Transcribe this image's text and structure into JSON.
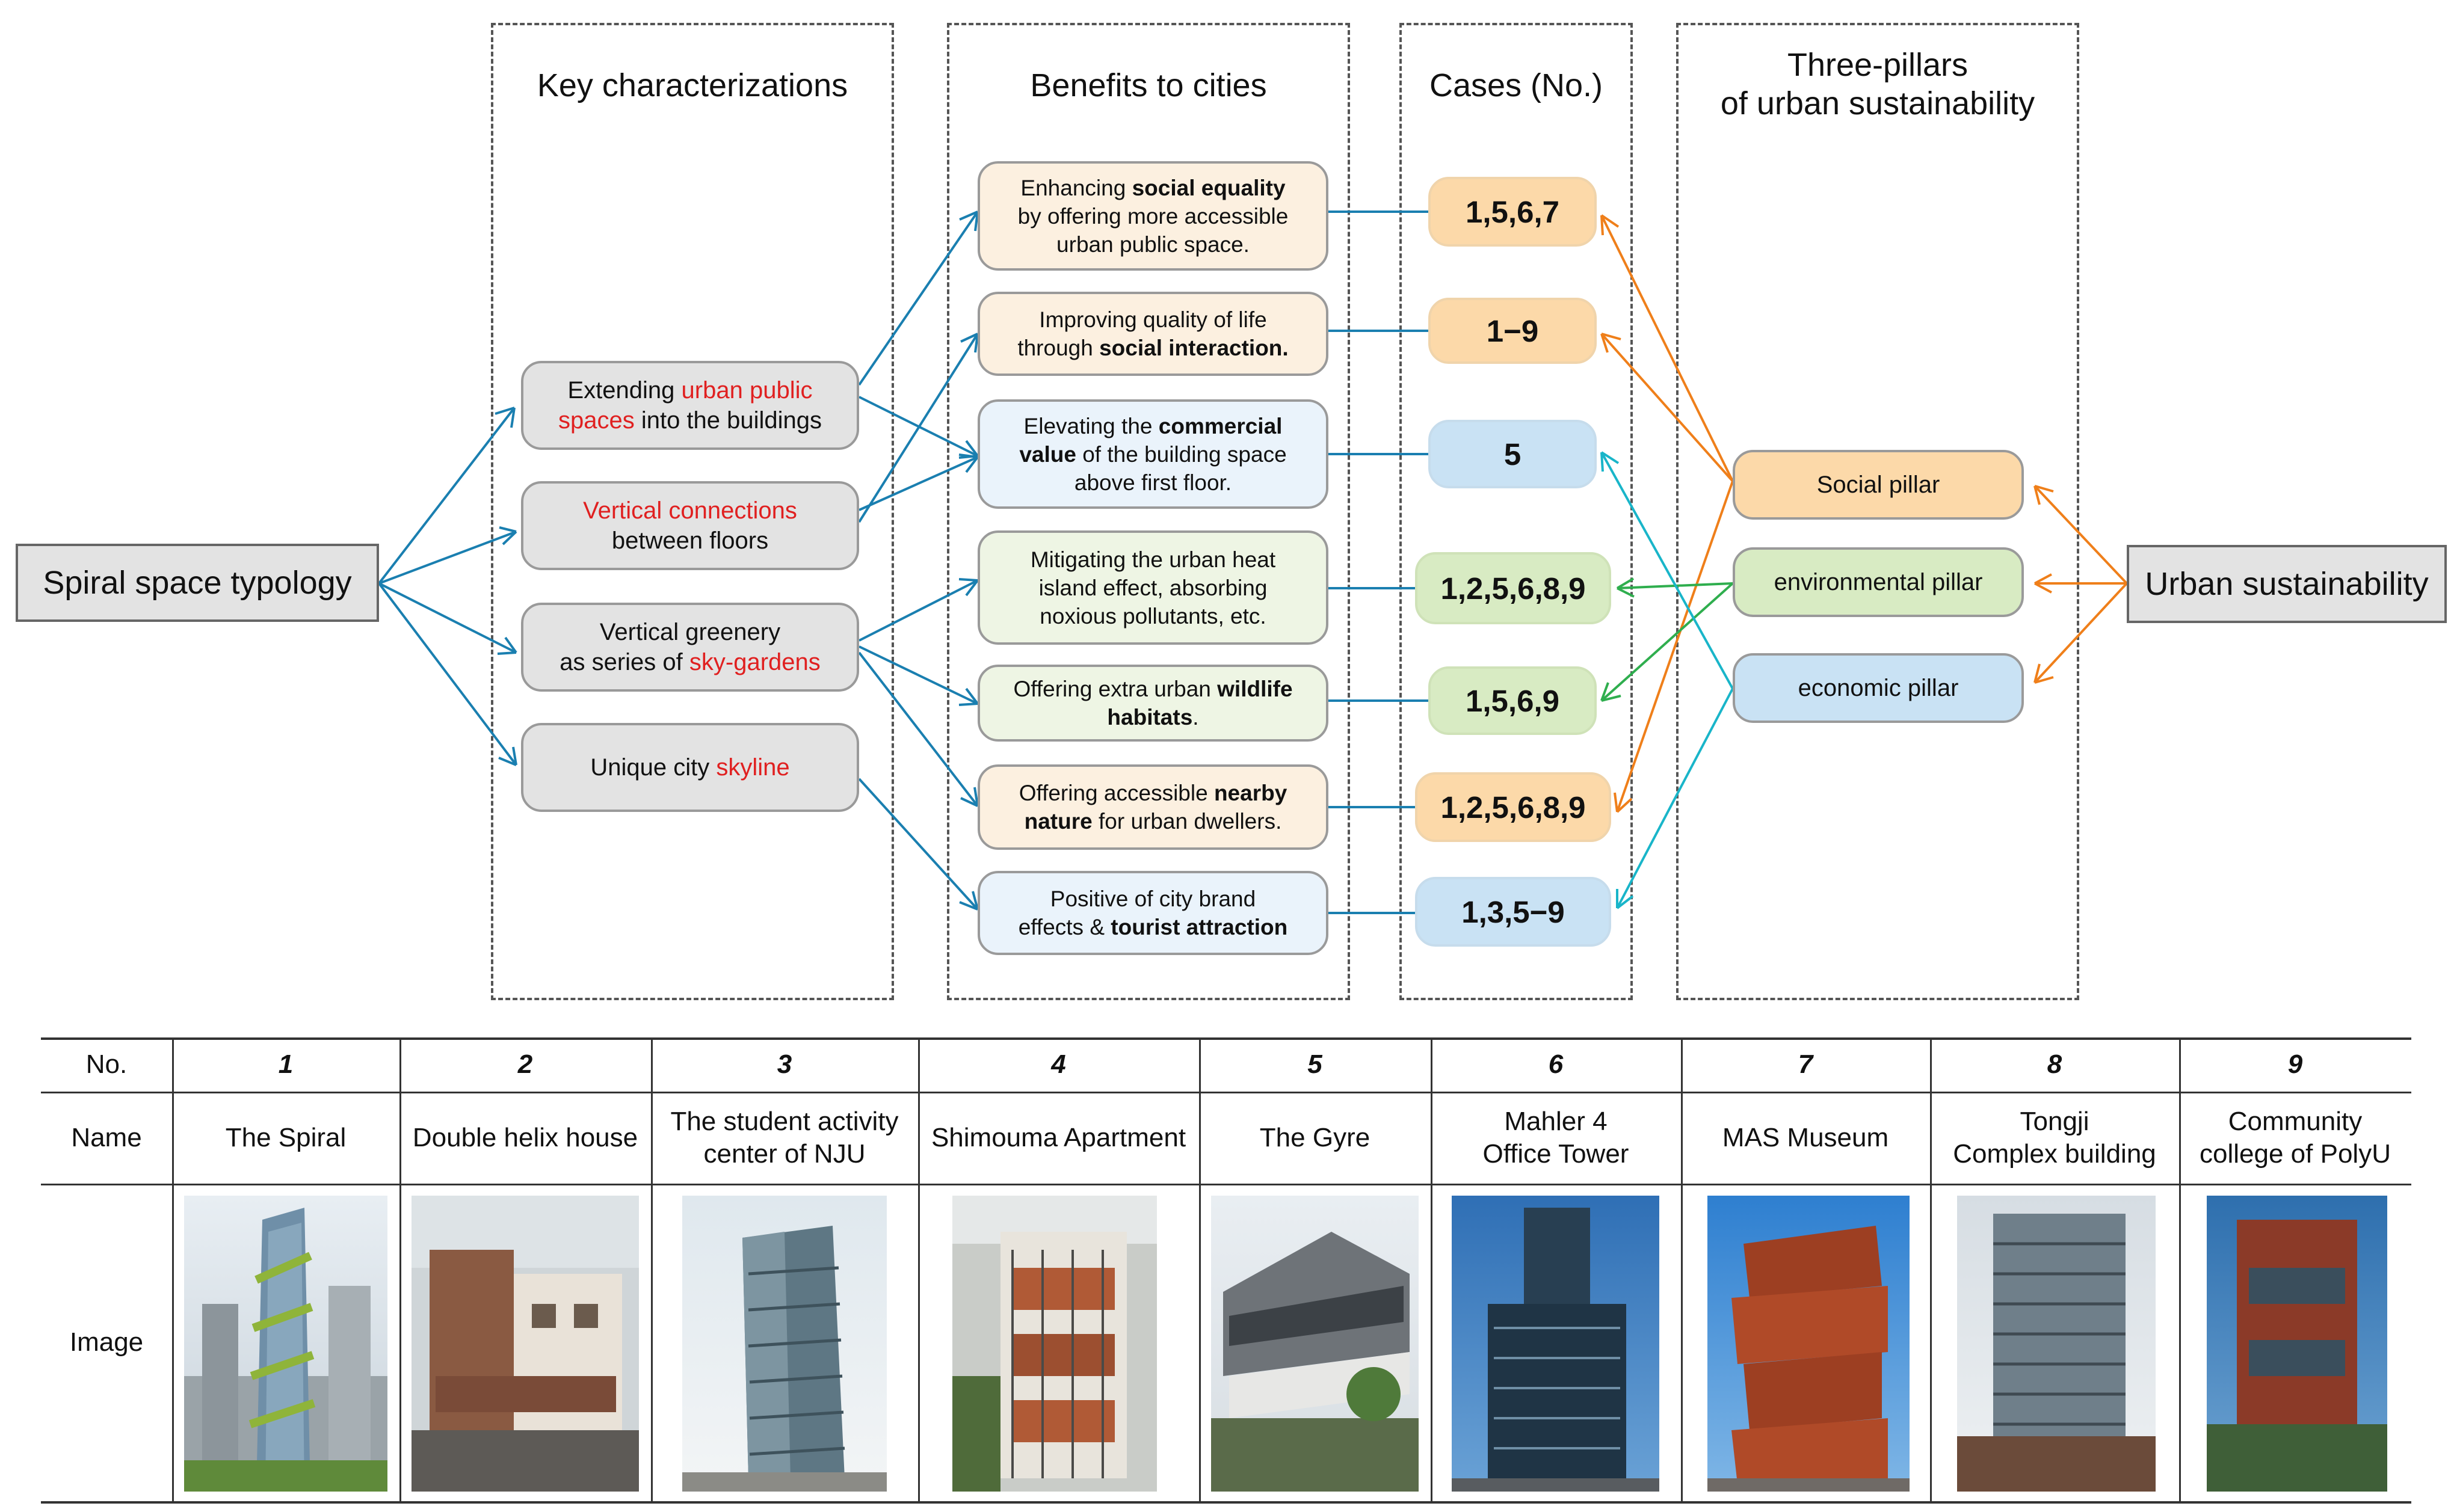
{
  "columns": {
    "key": "Key characterizations",
    "benefits": "Benefits to cities",
    "cases": "Cases (No.)",
    "pillars_line1": "Three-pillars",
    "pillars_line2": "of urban sustainability"
  },
  "left_node": "Spiral space typology",
  "right_node": "Urban sustainability",
  "key_items": [
    {
      "a": "Extending ",
      "b": "urban public",
      "c": "spaces",
      "d": " into the buildings"
    },
    {
      "a": "Vertical connections",
      "b": "between floors"
    },
    {
      "a": "Vertical greenery",
      "b": "as series of ",
      "c": "sky-gardens"
    },
    {
      "a": "Unique city ",
      "b": "skyline"
    }
  ],
  "benefits": [
    {
      "l1a": "Enhancing ",
      "l1b": "social equality",
      "l2": "by offering more accessible",
      "l3": "urban public space."
    },
    {
      "l1": "Improving quality of life",
      "l2a": "through ",
      "l2b": "social interaction."
    },
    {
      "l1a": "Elevating the ",
      "l1b": "commercial",
      "l2a": "value",
      "l2b": " of the building space",
      "l3": "above first floor."
    },
    {
      "l1": "Mitigating the urban heat",
      "l2": "island effect, absorbing",
      "l3": "noxious pollutants, etc."
    },
    {
      "l1a": "Offering extra urban ",
      "l1b": "wildlife",
      "l2": "habitats",
      "l2c": "."
    },
    {
      "l1a": "Offering accessible ",
      "l1b": "nearby",
      "l2a": "nature",
      "l2b": " for urban dwellers."
    },
    {
      "l1": "Positive of city brand",
      "l2a": "effects & ",
      "l2b": "tourist attraction"
    }
  ],
  "cases": [
    "1,5,6,7",
    "1−9",
    "5",
    "1,2,5,6,8,9",
    "1,5,6,9",
    "1,2,5,6,8,9",
    "1,3,5−9"
  ],
  "pillars": [
    "Social pillar",
    "environmental pillar",
    "economic pillar"
  ],
  "colors": {
    "blue_arrow": "#1a7fb0",
    "orange_arrow": "#ef7f1a",
    "green_arrow": "#2fae4e",
    "teal_arrow": "#19b5c9",
    "red_text": "#e02020"
  },
  "table": {
    "row_labels": [
      "No.",
      "Name",
      "Image"
    ],
    "numbers": [
      "1",
      "2",
      "3",
      "4",
      "5",
      "6",
      "7",
      "8",
      "9"
    ],
    "names": [
      [
        "The Spiral"
      ],
      [
        "Double helix house"
      ],
      [
        "The student activity",
        "center of NJU"
      ],
      [
        "Shimouma Apartment"
      ],
      [
        "The Gyre"
      ],
      [
        "Mahler 4",
        "Office Tower"
      ],
      [
        "MAS Museum"
      ],
      [
        "Tongji",
        "Complex building"
      ],
      [
        "Community",
        "college of PolyU"
      ]
    ]
  }
}
